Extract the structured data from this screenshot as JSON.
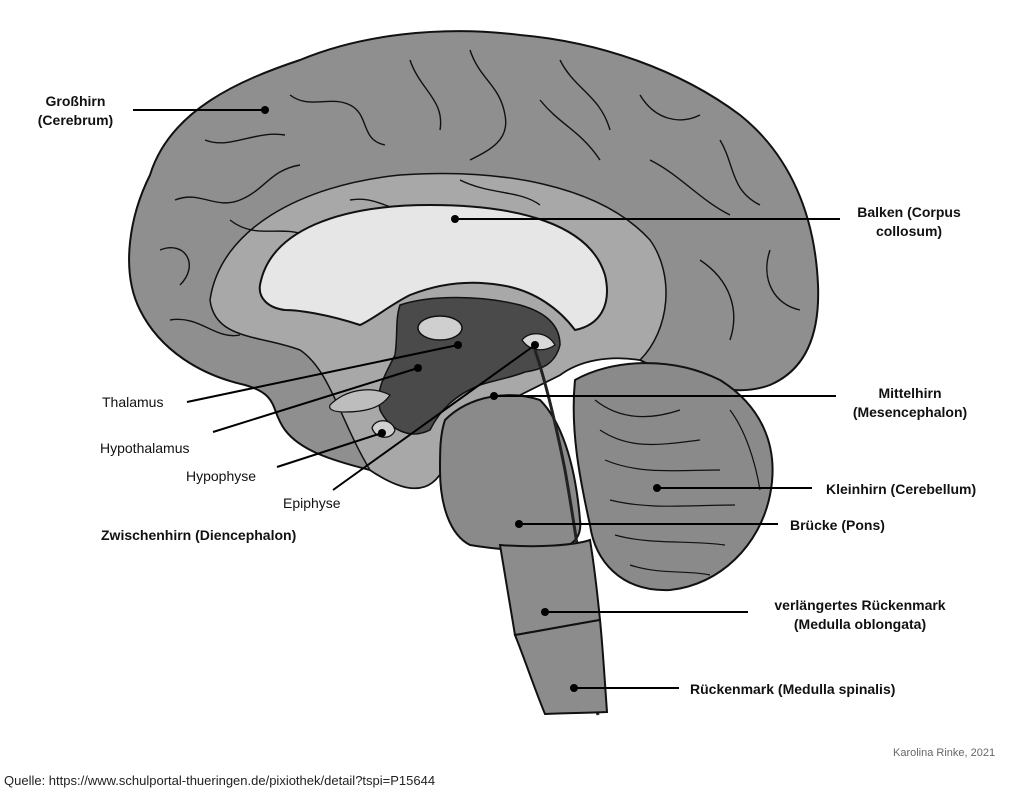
{
  "labels": {
    "cerebrum_l1": "Großhirn",
    "cerebrum_l2": "(Cerebrum)",
    "corpus_l1": "Balken (Corpus",
    "corpus_l2": "collosum)",
    "thalamus": "Thalamus",
    "hypothalamus": "Hypothalamus",
    "hypophyse": "Hypophyse",
    "epiphyse": "Epiphyse",
    "diencephalon": "Zwischenhirn (Diencephalon)",
    "mittelhirn_l1": "Mittelhirn",
    "mittelhirn_l2": "(Mesencephalon)",
    "kleinhirn": "Kleinhirn (Cerebellum)",
    "pons": "Brücke (Pons)",
    "medulla_l1": "verlängertes Rückenmark",
    "medulla_l2": "(Medulla oblongata)",
    "spinal": "Rückenmark (Medulla spinalis)"
  },
  "credit": "Karolina Rinke, 2021",
  "source": "Quelle: https://www.schulportal-thueringen.de/pixiothek/detail?tspi=P15644",
  "colors": {
    "cortex": "#8f8f8f",
    "cortex_light": "#a8a8a8",
    "corpus": "#e6e6e6",
    "deep": "#4a4a4a",
    "stem": "#8a8a8a",
    "outline": "#111111"
  }
}
